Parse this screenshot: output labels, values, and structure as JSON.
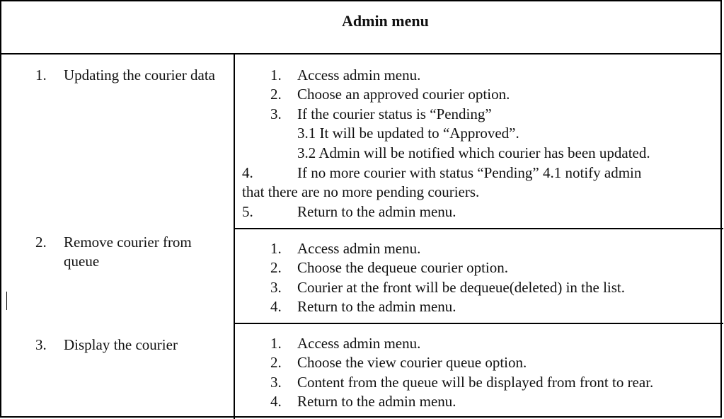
{
  "header": {
    "title": "Admin menu"
  },
  "features": [
    {
      "num": "1.",
      "label": "Updating the courier data"
    },
    {
      "num": "2.",
      "label": "Remove courier from queue"
    },
    {
      "num": "3.",
      "label": "Display the courier"
    }
  ],
  "update_steps": [
    {
      "num": "1.",
      "text": "Access admin menu."
    },
    {
      "num": "2.",
      "text": "Choose an approved courier option."
    },
    {
      "num": "3.",
      "text": "If the courier status is “Pending”"
    },
    {
      "sub": "3.1 It will be updated to “Approved”."
    },
    {
      "sub": "3.2 Admin will be notified which courier has been updated."
    },
    {
      "num": "4.",
      "text": "If no more courier with status “Pending” 4.1 notify admin",
      "cont": "that there are no more pending couriers."
    },
    {
      "num": "5.",
      "text": "Return to the admin menu."
    }
  ],
  "remove_steps": [
    {
      "num": "1.",
      "text": "Access admin menu."
    },
    {
      "num": "2.",
      "text": "Choose the dequeue courier option."
    },
    {
      "num": "3.",
      "text": "Courier at the front will be dequeue(deleted) in the list."
    },
    {
      "num": "4.",
      "text": "Return to the admin menu."
    }
  ],
  "display_steps": [
    {
      "num": "1.",
      "text": "Access admin menu."
    },
    {
      "num": "2.",
      "text": "Choose the view courier queue option."
    },
    {
      "num": "3.",
      "text": "Content from the queue will be displayed from front to rear."
    },
    {
      "num": "4.",
      "text": "Return to the admin menu."
    }
  ]
}
